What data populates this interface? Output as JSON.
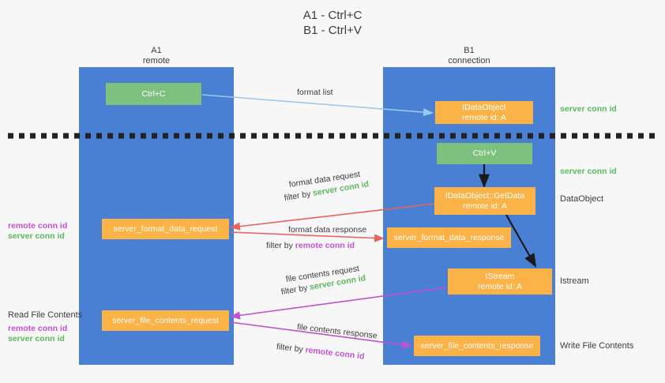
{
  "title": "A1 - Ctrl+C\nB1 - Ctrl+V",
  "columns": {
    "left": {
      "header": "A1\nremote"
    },
    "right": {
      "header": "B1\nconnection"
    }
  },
  "boxes": {
    "ctrl_c": "Ctrl+C",
    "ctrl_v": "Ctrl+V",
    "idataobject": "IDataObject\nremote id: A",
    "getdata": "IDataObject::GetData\nremote id: A",
    "istream": "IStream\nremote id: A",
    "server_format_data_request": "server_format_data_request",
    "server_format_data_response": "server_format_data_response",
    "server_file_contents_request": "server_file_contents_request",
    "server_file_contents_response": "server_file_contents_response"
  },
  "right_labels": {
    "server_conn_id_top": "server conn id",
    "server_conn_id_mid": "server conn id",
    "dataobject": "DataObject",
    "istream": "Istream",
    "write_file_contents": "Write File Contents"
  },
  "left_labels": {
    "remote_conn_id_1": "remote conn id",
    "server_conn_id_1": "server conn id",
    "read_file_contents": "Read File Contents",
    "remote_conn_id_2": "remote conn id",
    "server_conn_id_2": "server conn id"
  },
  "arrows": {
    "format_list": "format list",
    "format_data_request": "format data request",
    "format_data_request_filter_prefix": "filter by ",
    "format_data_request_filter_value": "server conn id",
    "format_data_response": "format data response",
    "format_data_response_filter_prefix": "filter by ",
    "format_data_response_filter_value": "remote conn id",
    "file_contents_request": "file contents request",
    "file_contents_request_filter_prefix": "filter by ",
    "file_contents_request_filter_value": "server conn id",
    "file_contents_response": "file contents response",
    "file_contents_response_filter_prefix": "filter by ",
    "file_contents_response_filter_value": "remote conn id"
  },
  "colors": {
    "lane_blue": "#4a80d4",
    "box_green": "#7ec17e",
    "box_orange": "#fbb246",
    "label_green": "#5cb85c",
    "label_magenta": "#c44fd0",
    "arrow_lightblue": "#9dc7ef",
    "arrow_red": "#e8645a",
    "arrow_magenta": "#c44fd0",
    "arrow_black": "#1a1a1a",
    "background": "#f7f7f7"
  }
}
